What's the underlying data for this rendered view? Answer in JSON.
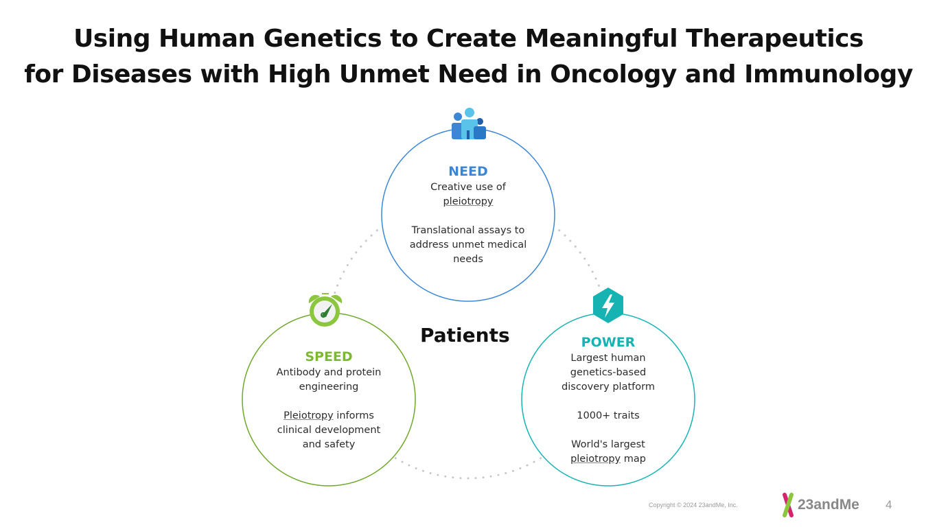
{
  "title": {
    "line1": "Using Human Genetics to Create Meaningful Therapeutics",
    "line2": "for Diseases with High Unmet Need in Oncology and Immunology"
  },
  "center_label": "Patients",
  "need": {
    "heading": "NEED",
    "line1a": "Creative use of",
    "line1b": "pleiotropy",
    "line2": "Translational assays to address unmet medical needs",
    "icon": "people-icon",
    "color": "#3b87d6"
  },
  "speed": {
    "heading": "SPEED",
    "line1": "Antibody and protein engineering",
    "line2a": "Pleiotropy",
    "line2b": " informs clinical development and safety",
    "icon": "alarm-clock-icon",
    "color": "#7cb832"
  },
  "power": {
    "heading": "POWER",
    "line1": "Largest human genetics-based discovery platform",
    "line2": "1000+ traits",
    "line3a": "World's largest",
    "line3b": "pleiotropy",
    "line3c": " map",
    "icon": "lightning-hexagon-icon",
    "color": "#17b3b3"
  },
  "footer": {
    "copyright": "Copyright © 2024 23andMe, Inc.",
    "logo": "23andMe",
    "page": "4"
  }
}
